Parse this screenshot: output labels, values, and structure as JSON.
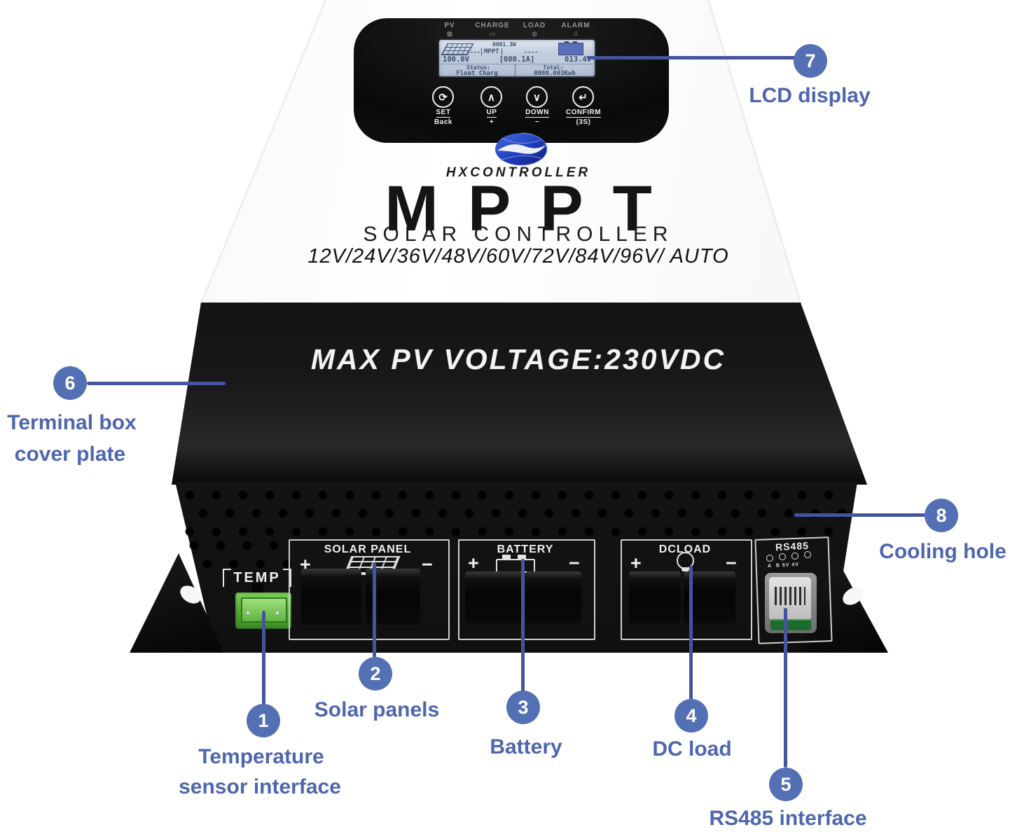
{
  "device": {
    "indicators": [
      {
        "label": "PV",
        "icon": "solar-panel-icon"
      },
      {
        "label": "CHARGE",
        "icon": "battery-icon"
      },
      {
        "label": "LOAD",
        "icon": "bulb-icon"
      },
      {
        "label": "ALARM",
        "icon": "warning-icon"
      }
    ],
    "lcd": {
      "top_power": "0001.3W",
      "mode": "MPPT",
      "pv_voltage": "100.0V",
      "pv_current": "[000.1A]",
      "battery_voltage": "013.4V",
      "status_label": "Status:",
      "status_value": "Float Charg",
      "total_label": "Total:",
      "total_value": "0000.003Kwh"
    },
    "buttons": [
      {
        "glyph": "⟳",
        "label": "SET",
        "sublabel": "Back"
      },
      {
        "glyph": "∧",
        "label": "UP",
        "sublabel": "+"
      },
      {
        "glyph": "∨",
        "label": "DOWN",
        "sublabel": "−"
      },
      {
        "glyph": "↵",
        "label": "CONFIRM",
        "sublabel": "(3S)"
      }
    ],
    "brand": "HXCONTROLLER",
    "model": "MPPT",
    "product": "SOLAR CONTROLLER",
    "voltages": "12V/24V/36V/48V/60V/72V/84V/96V/ AUTO",
    "max_pv": "MAX PV VOLTAGE:230VDC",
    "terminals": {
      "temp": "TEMP",
      "solar": {
        "label": "SOLAR PANEL",
        "plus": "+",
        "minus": "−"
      },
      "battery": {
        "label": "BATTERY",
        "plus": "+",
        "minus": "−"
      },
      "dcload": {
        "label": "DCLOAD",
        "plus": "+",
        "minus": "−"
      },
      "rs485": {
        "label": "RS485"
      }
    }
  },
  "callouts": [
    {
      "number": "1",
      "line1": "Temperature",
      "line2": "sensor interface"
    },
    {
      "number": "2",
      "line1": "Solar panels"
    },
    {
      "number": "3",
      "line1": "Battery"
    },
    {
      "number": "4",
      "line1": "DC load"
    },
    {
      "number": "5",
      "line1": "RS485 interface"
    },
    {
      "number": "6",
      "line1": "Terminal box",
      "line2": "cover plate"
    },
    {
      "number": "7",
      "line1": "LCD display"
    },
    {
      "number": "8",
      "line1": "Cooling hole"
    }
  ],
  "colors": {
    "callout_circle": "#5470b4",
    "callout_line": "#44549e",
    "callout_text": "#4e66ae",
    "lcd_background": "#c3cedd",
    "lcd_text": "#3f4f6e",
    "connector_green": "#56ad38",
    "pcb_green": "#1d6b2d"
  }
}
